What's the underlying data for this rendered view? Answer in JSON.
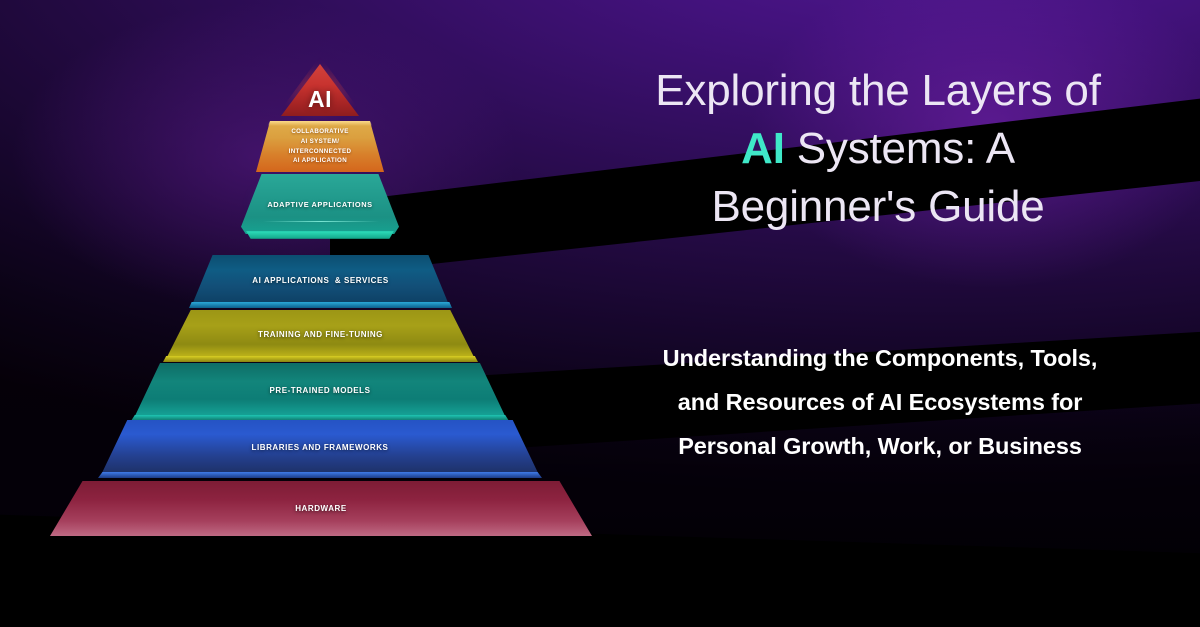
{
  "headline": {
    "line1": "Exploring the Layers of",
    "accent": "AI",
    "line2_rest": " Systems: A",
    "line3": "Beginner's Guide"
  },
  "subhead": {
    "line1": "Understanding the Components, Tools,",
    "line2": "and Resources of AI Ecosystems for",
    "line3": "Personal Growth, Work, or Business"
  },
  "pyramid": {
    "apex_label": "AI",
    "tier2_line1": "COLLABORATIVE",
    "tier2_line2": "AI SYSTEM/",
    "tier2_line3": "INTERCONNECTED",
    "tier2_line4": "AI APPLICATION",
    "tier3_label": "ADAPTIVE APPLICATIONS",
    "tier4_label": "AI APPLICATIONS  & SERVICES",
    "tier5_label": "TRAINING AND FINE-TUNING",
    "tier6_label": "PRE-TRAINED MODELS",
    "tier7_label": "LIBRARIES AND FRAMEWORKS",
    "tier8_label": "HARDWARE"
  },
  "colors": {
    "accent_teal": "#3fe8c8",
    "apex_red": "#c8332f",
    "tier2_orange": "#d8802b",
    "tier3_teal": "#229b8d",
    "tier4_blue": "#0f5c84",
    "tier5_olive": "#a7a018",
    "tier6_teal": "#12857b",
    "tier7_blue": "#2a5ad0",
    "tier8_maroon": "#8d2340",
    "background_purple": "#4a1184",
    "ribbon_black": "#000000"
  }
}
